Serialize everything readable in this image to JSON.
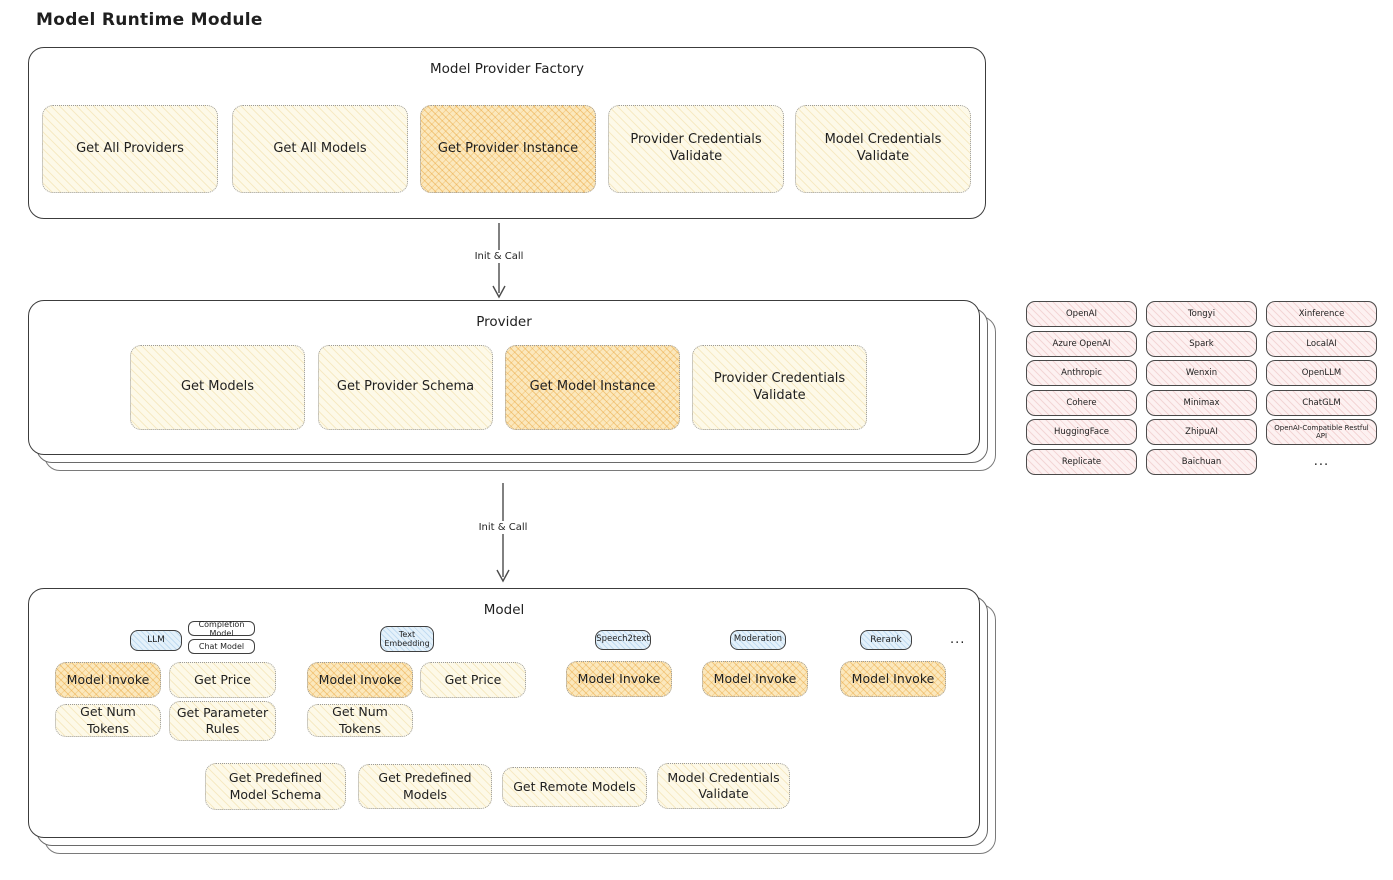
{
  "page_title": "Model Runtime Module",
  "factory": {
    "title": "Model Provider Factory",
    "buttons": [
      {
        "label": "Get All Providers",
        "highlight": false
      },
      {
        "label": "Get All Models",
        "highlight": false
      },
      {
        "label": "Get Provider Instance",
        "highlight": true
      },
      {
        "label": "Provider Credentials Validate",
        "highlight": false
      },
      {
        "label": "Model Credentials Validate",
        "highlight": false
      }
    ]
  },
  "arrow1": {
    "label": "Init & Call"
  },
  "arrow2": {
    "label": "Init & Call"
  },
  "provider": {
    "title": "Provider",
    "buttons": [
      {
        "label": "Get Models",
        "highlight": false
      },
      {
        "label": "Get Provider Schema",
        "highlight": false
      },
      {
        "label": "Get Model Instance",
        "highlight": true
      },
      {
        "label": "Provider Credentials Validate",
        "highlight": false
      }
    ]
  },
  "providers": {
    "items": [
      "OpenAI",
      "Tongyi",
      "Xinference",
      "Azure OpenAI",
      "Spark",
      "LocalAI",
      "Anthropic",
      "Wenxin",
      "OpenLLM",
      "Cohere",
      "Minimax",
      "ChatGLM",
      "HuggingFace",
      "ZhipuAI",
      "OpenAI-Compatible Restful API",
      "Replicate",
      "Baichuan"
    ],
    "more": "..."
  },
  "model": {
    "title": "Model",
    "types": {
      "llm": "LLM",
      "completion": "Completion Model",
      "chat": "Chat Model",
      "text_embedding": "Text Embedding",
      "speech2text": "Speech2text",
      "moderation": "Moderation",
      "rerank": "Rerank",
      "more": "..."
    },
    "actions": {
      "model_invoke": "Model Invoke",
      "get_price": "Get Price",
      "get_num_tokens": "Get Num Tokens",
      "get_parameter_rules": "Get Parameter Rules"
    },
    "bottom": [
      "Get Predefined Model Schema",
      "Get Predefined Models",
      "Get Remote Models",
      "Model Credentials Validate"
    ]
  },
  "colors": {
    "highlight": "#f1c15d",
    "yellow": "#fdf9e8",
    "pink": "#fdf1f1",
    "blue": "#e4f1fa",
    "border": "#3c3c3c"
  }
}
